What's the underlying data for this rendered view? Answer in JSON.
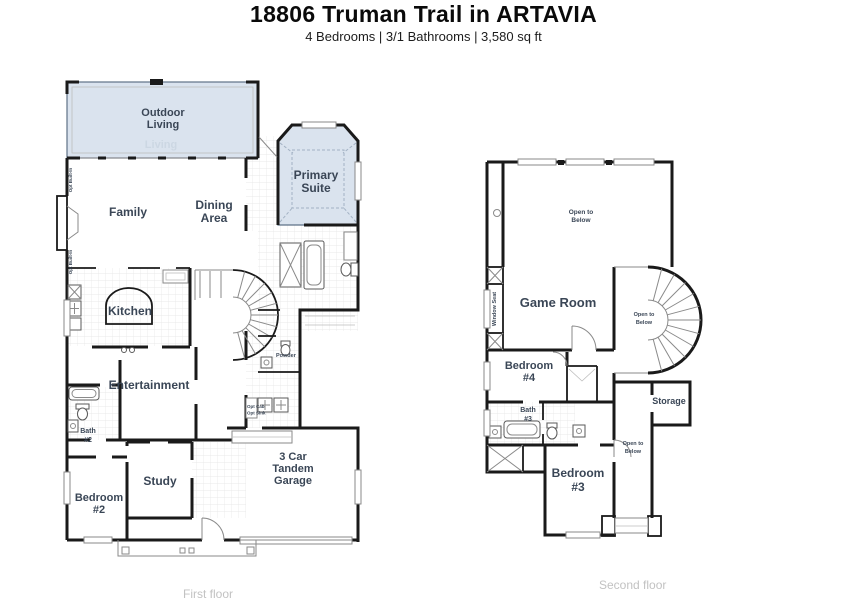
{
  "header": {
    "title": "18806 Truman Trail in ARTAVIA",
    "subtitle": "4 Bedrooms | 3/1 Bathrooms | 3,580 sq ft"
  },
  "colors": {
    "plan_room_blue": "#dae3ee",
    "wall_black": "#1a1a1a",
    "label_slate": "#3a4656",
    "caption_gray": "#c2c2c2"
  },
  "first_floor": {
    "caption": "First floor",
    "rooms": {
      "outdoor_living": {
        "line1": "Outdoor",
        "line2": "Living"
      },
      "watermark": "Living",
      "opt_builtin_top": "Opt Built-In",
      "opt_builtin_bottom": "Opt Built-In",
      "family": "Family",
      "dining": {
        "line1": "Dining",
        "line2": "Area"
      },
      "primary_suite": {
        "line1": "Primary",
        "line2": "Suite"
      },
      "kitchen": "Kitchen",
      "entertainment": "Entertainment",
      "powder": "Powder",
      "opt_cab": "Opt Cab",
      "opt_sink": "Opt Sink",
      "bath2": {
        "line1": "Bath",
        "line2": "#2"
      },
      "bedroom2": {
        "line1": "Bedroom",
        "line2": "#2"
      },
      "study": "Study",
      "garage": {
        "line1": "3 Car",
        "line2": "Tandem",
        "line3": "Garage"
      }
    }
  },
  "second_floor": {
    "caption": "Second floor",
    "rooms": {
      "open_to_below_main": {
        "line1": "Open to",
        "line2": "Below"
      },
      "open_to_below_stair": {
        "line1": "Open to",
        "line2": "Below"
      },
      "open_to_below_hall": {
        "line1": "Open to",
        "line2": "Below"
      },
      "game_room": "Game Room",
      "window_seat": "Window Seat",
      "bedroom4": {
        "line1": "Bedroom",
        "line2": "#4"
      },
      "bath3": {
        "line1": "Bath",
        "line2": "#3"
      },
      "storage": "Storage",
      "bedroom3": {
        "line1": "Bedroom",
        "line2": "#3"
      }
    }
  }
}
